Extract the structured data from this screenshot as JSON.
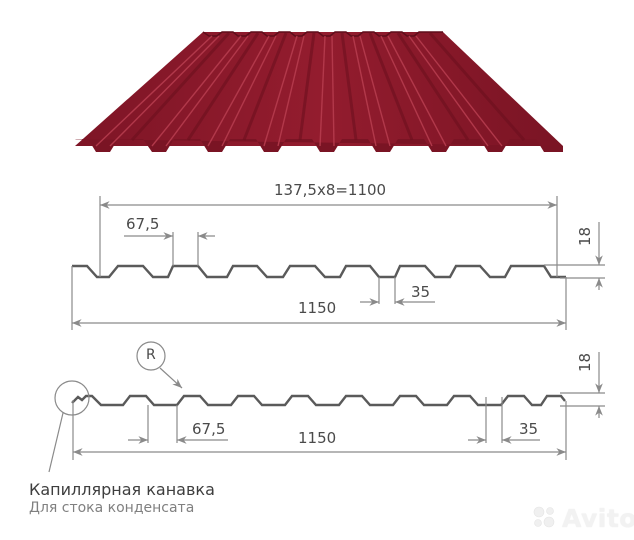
{
  "product_image": {
    "name": "corrugated-sheet-3d",
    "color": "#8c1a2b",
    "highlight_color": "#b53a4c",
    "shadow_color": "#6e1020"
  },
  "drawing_top": {
    "pitch_label": "137,5x8=1100",
    "rib_top_label": "67,5",
    "rib_bottom_label": "35",
    "total_width_label": "1150",
    "height_label": "18"
  },
  "drawing_bottom": {
    "radius_label": "R",
    "rib_top_label": "67,5",
    "rib_bottom_label": "35",
    "total_width_label": "1150",
    "height_label": "18"
  },
  "caption": {
    "title": "Капиллярная канавка",
    "subtitle": "Для стока конденсата"
  },
  "watermark": {
    "text": "Avito"
  },
  "colors": {
    "line": "#5a5a5a",
    "dim": "#8a8a8a",
    "text": "#4a4a4a"
  }
}
